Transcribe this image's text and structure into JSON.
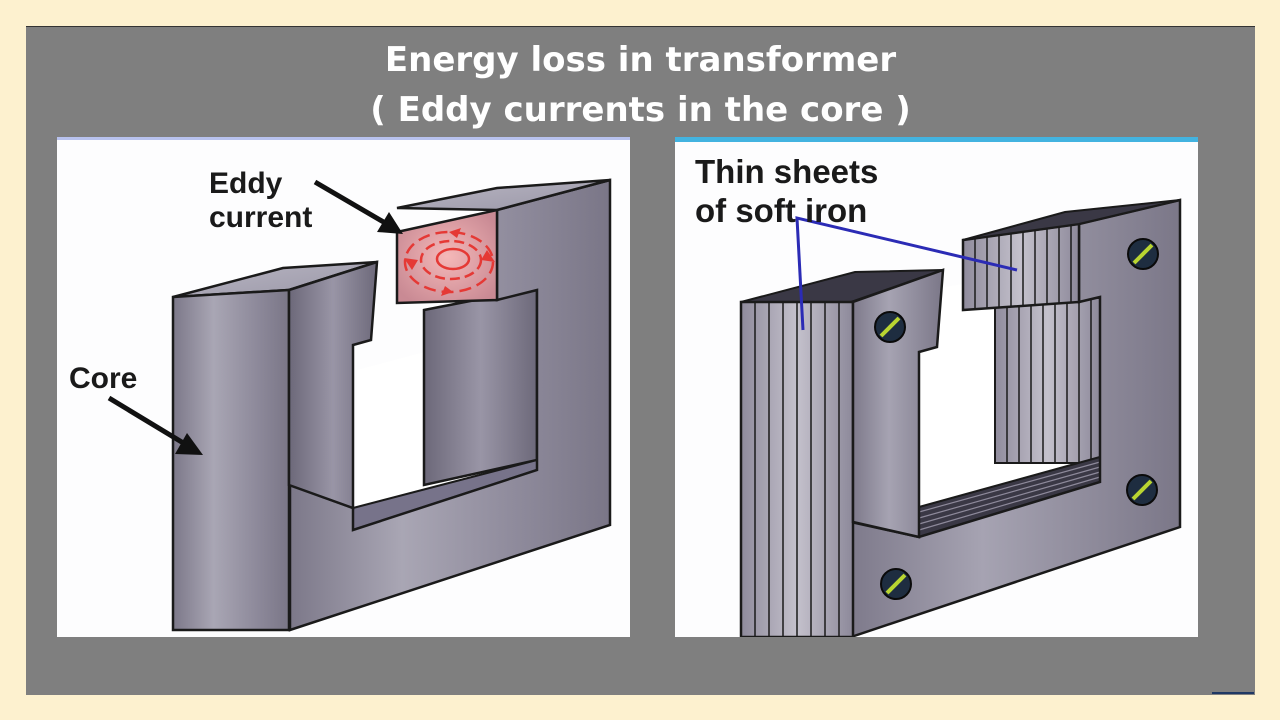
{
  "slide": {
    "title_line1": "Energy loss in transformer",
    "title_line2": "( Eddy currents in the core )"
  },
  "left_diagram": {
    "label_eddy_line1": "Eddy",
    "label_eddy_line2": "current",
    "label_core": "Core"
  },
  "right_diagram": {
    "label_sheets_line1": "Thin sheets",
    "label_sheets_line2": "of soft iron"
  },
  "colors": {
    "slide_bg": "#7f7f7f",
    "page_bg": "#fdf1cf",
    "core_face": "#8a8597",
    "eddy_red": "#e53935",
    "pointer_blue": "#2b2bb5",
    "screw_green": "#b9d531"
  }
}
